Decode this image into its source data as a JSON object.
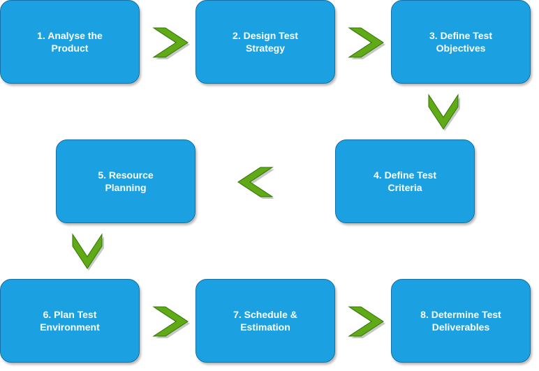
{
  "diagram": {
    "steps": [
      {
        "id": "s1",
        "lines": [
          "1. Analyse the",
          "Product"
        ]
      },
      {
        "id": "s2",
        "lines": [
          "2. Design Test",
          "Strategy"
        ]
      },
      {
        "id": "s3",
        "lines": [
          "3. Define Test",
          "Objectives"
        ]
      },
      {
        "id": "s4",
        "lines": [
          "4. Define Test",
          "Criteria"
        ]
      },
      {
        "id": "s5",
        "lines": [
          "5. Resource",
          "Planning"
        ]
      },
      {
        "id": "s6",
        "lines": [
          "6. Plan Test",
          "Environment"
        ]
      },
      {
        "id": "s7",
        "lines": [
          "7. Schedule &",
          "Estimation"
        ]
      },
      {
        "id": "s8",
        "lines": [
          "8. Determine Test",
          "Deliverables"
        ]
      }
    ],
    "arrows": [
      {
        "from": "1",
        "to": "2",
        "direction": "right"
      },
      {
        "from": "2",
        "to": "3",
        "direction": "right"
      },
      {
        "from": "3",
        "to": "4",
        "direction": "down"
      },
      {
        "from": "4",
        "to": "5",
        "direction": "left"
      },
      {
        "from": "5",
        "to": "6",
        "direction": "down"
      },
      {
        "from": "6",
        "to": "7",
        "direction": "right"
      },
      {
        "from": "7",
        "to": "8",
        "direction": "right"
      }
    ],
    "colors": {
      "box_fill": "#1ba1e2",
      "box_border": "#1670a8",
      "box_text": "#ffffff",
      "arrow_fill": "#60a917",
      "arrow_border": "#2d7600"
    },
    "icons": {
      "arrow_right": "chevron-right-icon",
      "arrow_down": "chevron-down-icon",
      "arrow_left": "chevron-left-icon"
    }
  }
}
